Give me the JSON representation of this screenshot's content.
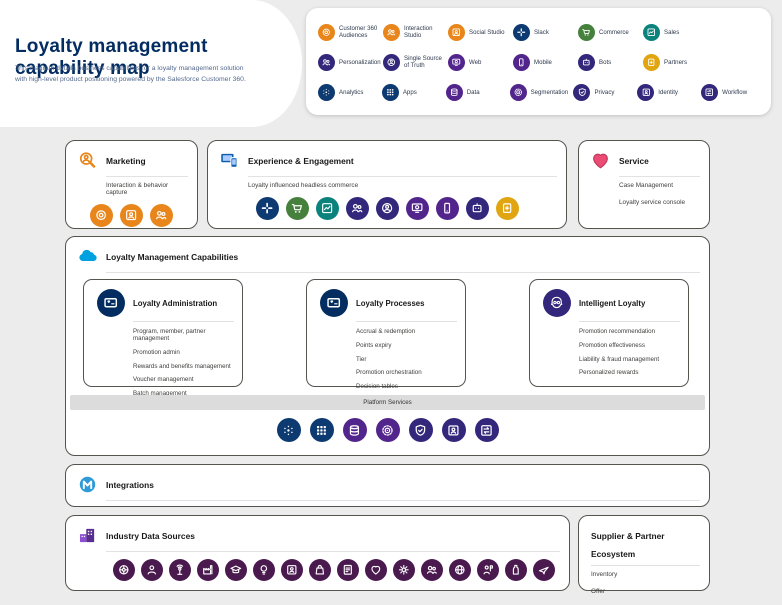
{
  "palette": {
    "orange": "#e8861b",
    "navy": "#0d3a70",
    "green": "#45813c",
    "teal": "#0b827c",
    "indigo": "#32277b",
    "purple": "#52258c",
    "gold": "#e0a511",
    "plum": "#4a1a4f",
    "pink": "#ea4c74",
    "mulesoft_blue": "#2e9bd6",
    "salesforce_blue": "#00a1e0",
    "title_navy": "#032d60"
  },
  "header": {
    "title": "Loyalty management capability map",
    "subtitle": "This diagram details business capabilities for a loyalty management solution with high-level product positioning powered by the Salesforce Customer 360."
  },
  "legend": {
    "rows": [
      [
        {
          "label": "Customer 360 Audiences",
          "icon": "customer-360-audiences",
          "color": "orange"
        },
        {
          "label": "Interaction Studio",
          "icon": "interaction-studio",
          "color": "orange"
        },
        {
          "label": "Social Studio",
          "icon": "social-studio",
          "color": "orange"
        },
        {
          "label": "Slack",
          "icon": "slack",
          "color": "navy"
        },
        {
          "label": "Commerce",
          "icon": "commerce",
          "color": "green"
        },
        {
          "label": "Sales",
          "icon": "sales",
          "color": "teal"
        }
      ],
      [
        {
          "label": "Personalization",
          "icon": "personalization",
          "color": "indigo"
        },
        {
          "label": "Single Source of Truth",
          "icon": "single-source-of-truth",
          "color": "indigo"
        },
        {
          "label": "Web",
          "icon": "web",
          "color": "purple"
        },
        {
          "label": "Mobile",
          "icon": "mobile",
          "color": "purple"
        },
        {
          "label": "Bots",
          "icon": "bots",
          "color": "indigo"
        },
        {
          "label": "Partners",
          "icon": "partners",
          "color": "gold"
        }
      ],
      [
        {
          "label": "Analytics",
          "icon": "analytics",
          "color": "navy"
        },
        {
          "label": "Apps",
          "icon": "apps",
          "color": "navy"
        },
        {
          "label": "Data",
          "icon": "data",
          "color": "purple"
        },
        {
          "label": "Segmentation",
          "icon": "segmentation",
          "color": "purple"
        },
        {
          "label": "Privacy",
          "icon": "privacy",
          "color": "indigo"
        },
        {
          "label": "Identity",
          "icon": "identity",
          "color": "indigo"
        },
        {
          "label": "Workflow",
          "icon": "workflow",
          "color": "indigo"
        }
      ]
    ]
  },
  "marketing": {
    "title": "Marketing",
    "items": [
      "Interaction & behavior capture"
    ],
    "icons": [
      {
        "icon": "customer-360-audiences",
        "color": "orange"
      },
      {
        "icon": "social-studio",
        "color": "orange"
      },
      {
        "icon": "interaction-studio",
        "color": "orange"
      }
    ]
  },
  "experience": {
    "title": "Experience & Engagement",
    "items": [
      "Loyalty influenced headless commerce"
    ],
    "icons": [
      {
        "icon": "slack",
        "color": "navy"
      },
      {
        "icon": "commerce",
        "color": "green"
      },
      {
        "icon": "sales",
        "color": "teal"
      },
      {
        "icon": "personalization",
        "color": "indigo"
      },
      {
        "icon": "single-source-of-truth",
        "color": "indigo"
      },
      {
        "icon": "web",
        "color": "purple"
      },
      {
        "icon": "mobile",
        "color": "purple"
      },
      {
        "icon": "bots",
        "color": "indigo"
      },
      {
        "icon": "partners",
        "color": "gold"
      }
    ]
  },
  "service": {
    "title": "Service",
    "items": [
      "Case Management",
      "Loyalty service console"
    ]
  },
  "capabilities": {
    "title": "Loyalty Management Capabilities",
    "boxes": [
      {
        "title": "Loyalty Administration",
        "icon": "loyalty-card",
        "color": "title_navy",
        "items": [
          "Program, member, partner management",
          "Promotion admin",
          "Rewards and benefits management",
          "Voucher management",
          "Batch management"
        ]
      },
      {
        "title": "Loyalty Processes",
        "icon": "loyalty-card",
        "color": "title_navy",
        "items": [
          "Accrual & redemption",
          "Points expiry",
          "Tier",
          "Promotion orchestration",
          "Decision tables"
        ]
      },
      {
        "title": "Intelligent Loyalty",
        "icon": "einstein",
        "color": "indigo",
        "items": [
          "Promotion recommendation",
          "Promotion effectiveness",
          "Liability & fraud management",
          "Personalized rewards"
        ]
      }
    ],
    "platform_label": "Platform Services",
    "platform_icons": [
      {
        "icon": "analytics",
        "color": "navy"
      },
      {
        "icon": "apps",
        "color": "navy"
      },
      {
        "icon": "data",
        "color": "purple"
      },
      {
        "icon": "segmentation",
        "color": "purple"
      },
      {
        "icon": "privacy",
        "color": "indigo"
      },
      {
        "icon": "identity",
        "color": "indigo"
      },
      {
        "icon": "workflow",
        "color": "indigo"
      }
    ]
  },
  "integrations": {
    "title": "Integrations"
  },
  "industry": {
    "title": "Industry Data Sources",
    "icons": [
      {
        "icon": "automotive",
        "color": "plum"
      },
      {
        "icon": "nonprofit",
        "color": "plum"
      },
      {
        "icon": "communications",
        "color": "plum"
      },
      {
        "icon": "manufacturing",
        "color": "plum"
      },
      {
        "icon": "education",
        "color": "plum"
      },
      {
        "icon": "energy",
        "color": "plum"
      },
      {
        "icon": "financial-services",
        "color": "plum"
      },
      {
        "icon": "consumer-goods",
        "color": "plum"
      },
      {
        "icon": "government",
        "color": "plum"
      },
      {
        "icon": "healthcare",
        "color": "plum"
      },
      {
        "icon": "engineering",
        "color": "plum"
      },
      {
        "icon": "hospitality",
        "color": "plum"
      },
      {
        "icon": "public-sector",
        "color": "plum"
      },
      {
        "icon": "philanthropy",
        "color": "plum"
      },
      {
        "icon": "food-beverage",
        "color": "plum"
      },
      {
        "icon": "travel",
        "color": "plum"
      }
    ]
  },
  "supplier": {
    "title": "Supplier & Partner Ecosystem",
    "items": [
      "Inventory",
      "Offer"
    ]
  }
}
